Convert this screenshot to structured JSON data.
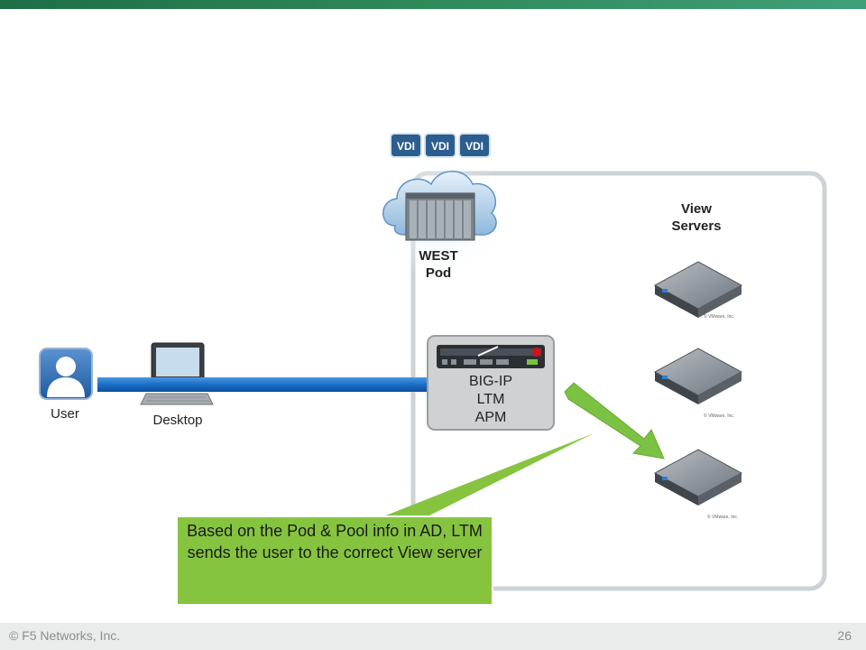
{
  "footer": {
    "copyright": "© F5 Networks, Inc.",
    "page_number": "26"
  },
  "diagram": {
    "vdi_badges": [
      "VDI",
      "VDI",
      "VDI"
    ],
    "pod_label_line1": "WEST",
    "pod_label_line2": "Pod",
    "view_servers_line1": "View",
    "view_servers_line2": "Servers",
    "user_label": "User",
    "desktop_label": "Desktop",
    "bigip_lines": [
      "BIG-IP",
      "LTM",
      "APM"
    ],
    "server_watermark": "© VMware, Inc.",
    "callout": "Based on the Pod & Pool info in AD, LTM sends the user to the correct View server",
    "colors": {
      "arrow_blue": "#1a6fc9",
      "arrow_green": "#7cc242",
      "callout_fill": "#86c440",
      "vdi_badge": "#2c5d8f"
    }
  }
}
